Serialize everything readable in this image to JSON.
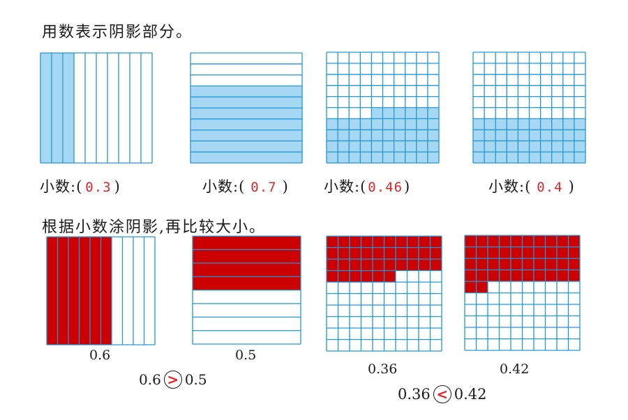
{
  "colors": {
    "grid_line": "#2196d9",
    "light_fill": "#a7d8f3",
    "red_fill": "#cc0000",
    "answer_red": "#e0262a"
  },
  "section1": {
    "instruction": "用数表示阴影部分。",
    "answer_prefix": "小数:(",
    "answer_suffix": ")",
    "figures": [
      {
        "kind": "columns",
        "divisions": 10,
        "shaded_fraction": 0.3,
        "answer": "0.3"
      },
      {
        "kind": "rows",
        "divisions": 10,
        "shaded_fraction": 0.7,
        "answer": "0.7"
      },
      {
        "kind": "hundred",
        "divisions": 10,
        "shaded_fraction": 0.46,
        "answer": "0.46"
      },
      {
        "kind": "hundred",
        "divisions": 10,
        "shaded_fraction": 0.4,
        "answer": "0.4"
      }
    ]
  },
  "section2": {
    "instruction": "根据小数涂阴影,再比较大小。",
    "figures": [
      {
        "kind": "columns",
        "divisions": 10,
        "shaded_fraction": 0.6,
        "label": "0.6"
      },
      {
        "kind": "rows",
        "divisions": 8,
        "shaded_fraction": 0.5,
        "label": "0.5"
      },
      {
        "kind": "hundred",
        "divisions": 10,
        "shaded_fraction": 0.36,
        "label": "0.36"
      },
      {
        "kind": "hundred",
        "divisions": 10,
        "shaded_fraction": 0.42,
        "label": "0.42"
      }
    ],
    "comparisons": [
      {
        "left": "0.6",
        "symbol": ">",
        "right": "0.5"
      },
      {
        "left": "0.36",
        "symbol": "<",
        "right": "0.42"
      }
    ]
  }
}
